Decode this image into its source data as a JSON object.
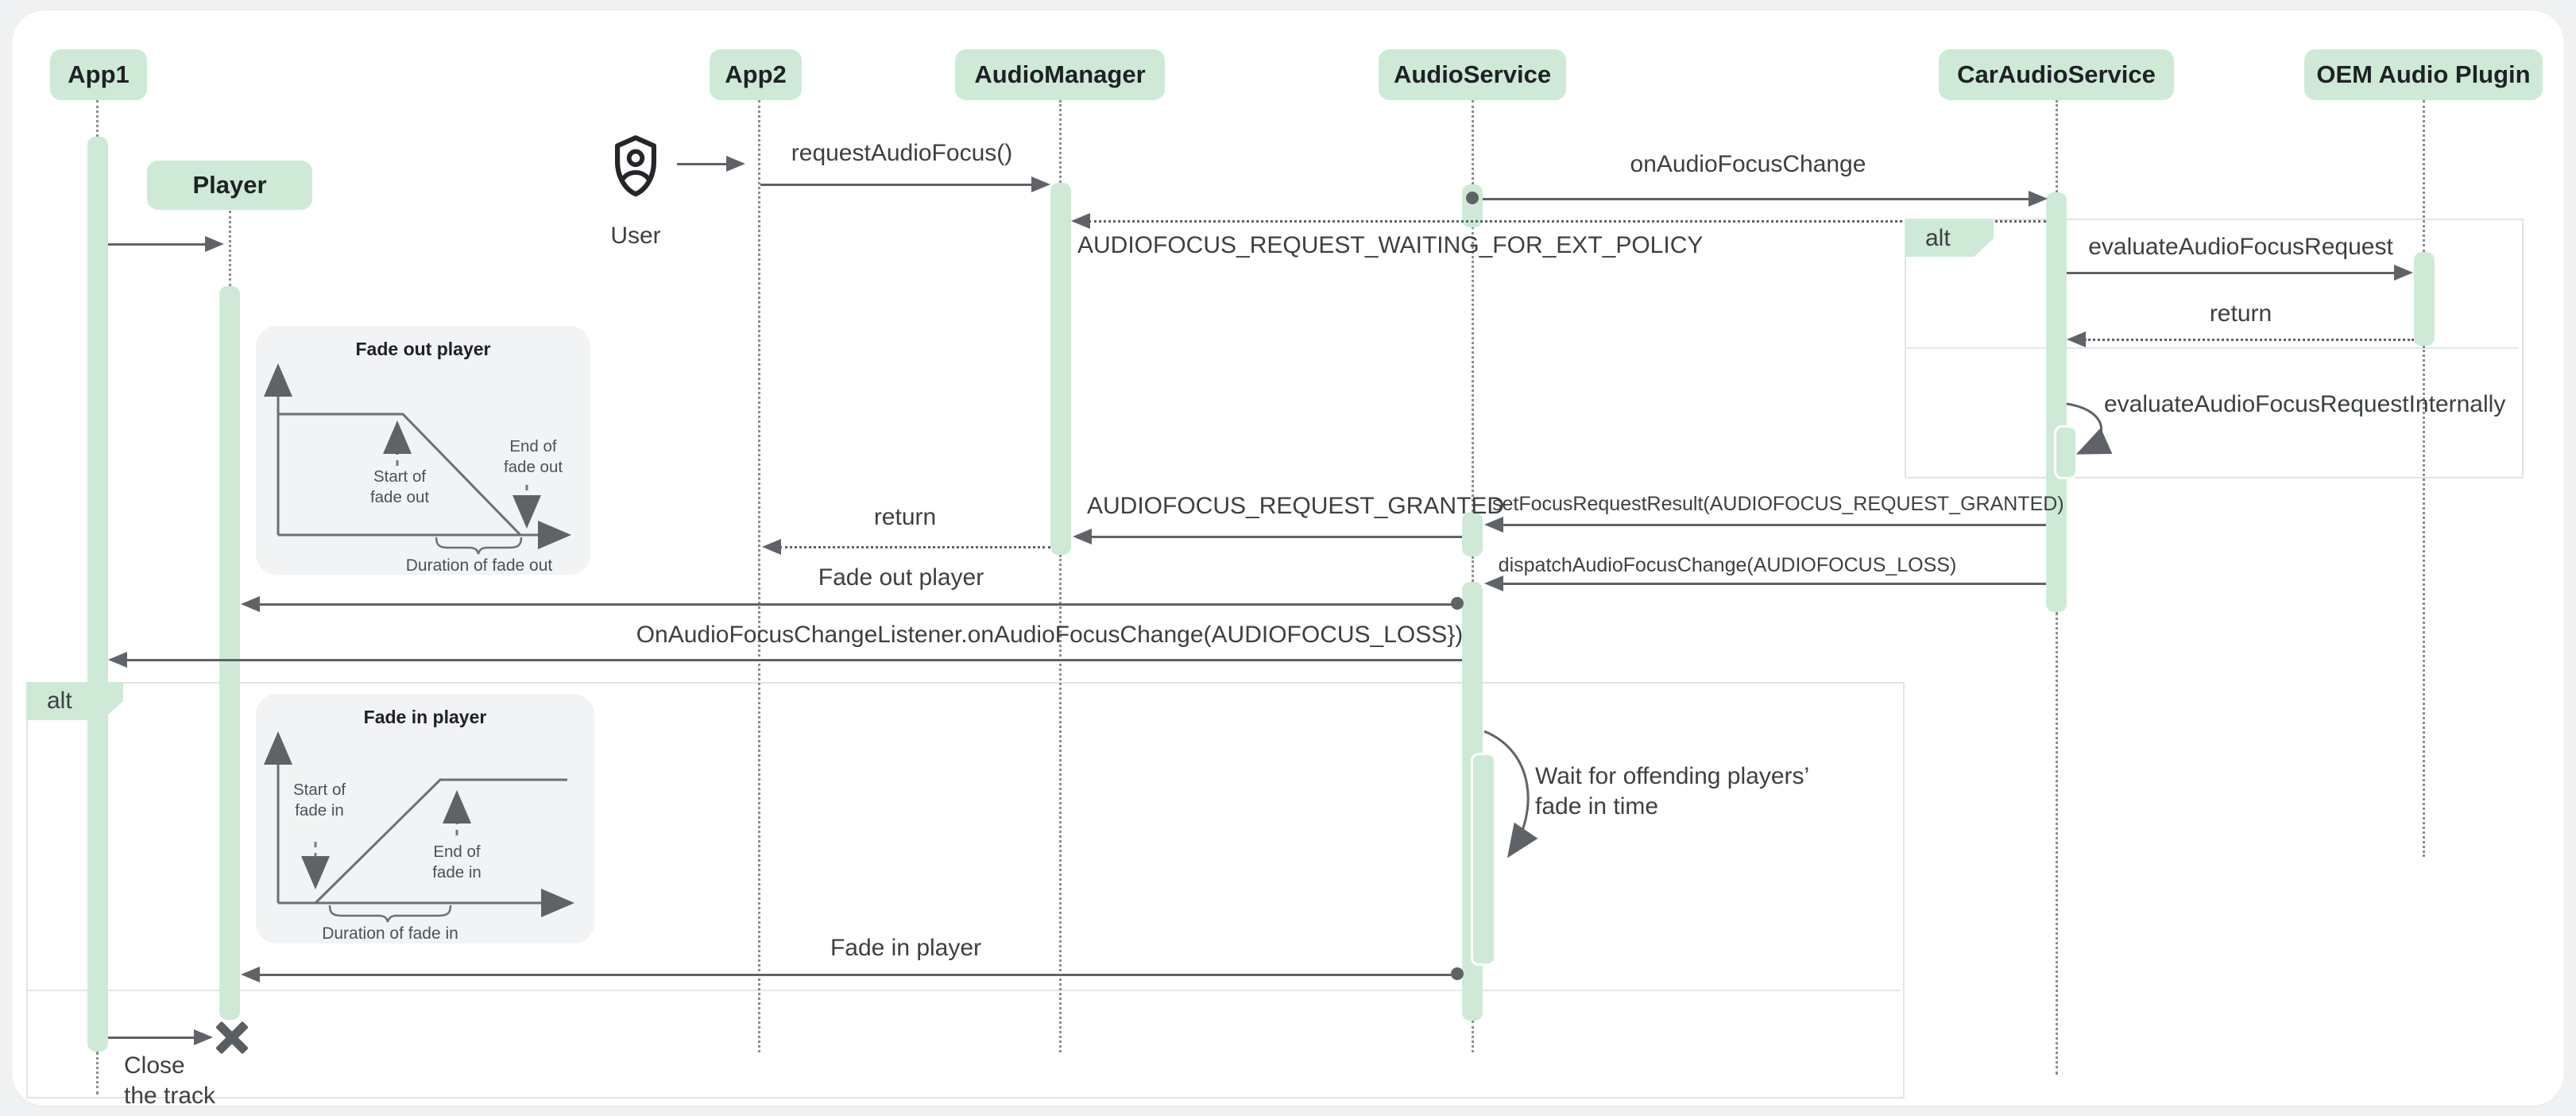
{
  "diagram_type": "uml-sequence-diagram",
  "participants": {
    "app1": "App1",
    "player": "Player",
    "app2": "App2",
    "audio_manager": "AudioManager",
    "audio_service": "AudioService",
    "car_audio_service": "CarAudioService",
    "oem_audio_plugin": "OEM Audio Plugin"
  },
  "actor": {
    "name": "User"
  },
  "fragments": {
    "alt_policy_label": "alt",
    "alt_fade_label": "alt"
  },
  "messages": {
    "request_audio_focus": "requestAudioFocus()",
    "on_audio_focus_change": "onAudioFocusChange",
    "waiting_for_ext_policy": "AUDIOFOCUS_REQUEST_WAITING_FOR_EXT_POLICY",
    "evaluate_audio_focus_request": "evaluateAudioFocusRequest",
    "evaluate_return": "return",
    "evaluate_internally": "evaluateAudioFocusRequestInternally",
    "set_focus_request_result": "setFocusRequestResult(AUDIOFOCUS_REQUEST_GRANTED)",
    "request_granted": "AUDIOFOCUS_REQUEST_GRANTED",
    "manager_return": "return",
    "dispatch_loss": "dispatchAudioFocusChange(AUDIOFOCUS_LOSS)",
    "fade_out_player": "Fade out player",
    "on_focus_change_listener": "OnAudioFocusChangeListener.onAudioFocusChange(AUDIOFOCUS_LOSS})",
    "fade_in_player": "Fade in player"
  },
  "notes": {
    "wait": {
      "line1": "Wait for offending players’",
      "line2": "fade in time"
    },
    "close": {
      "line1": "Close",
      "line2": "the track"
    },
    "fade_out": {
      "title": "Fade out player",
      "start_l1": "Start of",
      "start_l2": "fade out",
      "end_l1": "End of",
      "end_l2": "fade out",
      "duration": "Duration of fade out"
    },
    "fade_in": {
      "title": "Fade in player",
      "start_l1": "Start of",
      "start_l2": "fade in",
      "end_l1": "End of",
      "end_l2": "fade in",
      "duration": "Duration of fade in"
    }
  },
  "colors": {
    "participant_fill": "#ceead6",
    "activation_fill": "#ceead6",
    "note_fill": "#f1f3f4",
    "arrow": "#5f6368",
    "text": "#3c4043",
    "fragment_border": "#e1e3e6",
    "page_background": "#eff1f2",
    "canvas_background": "#ffffff"
  }
}
